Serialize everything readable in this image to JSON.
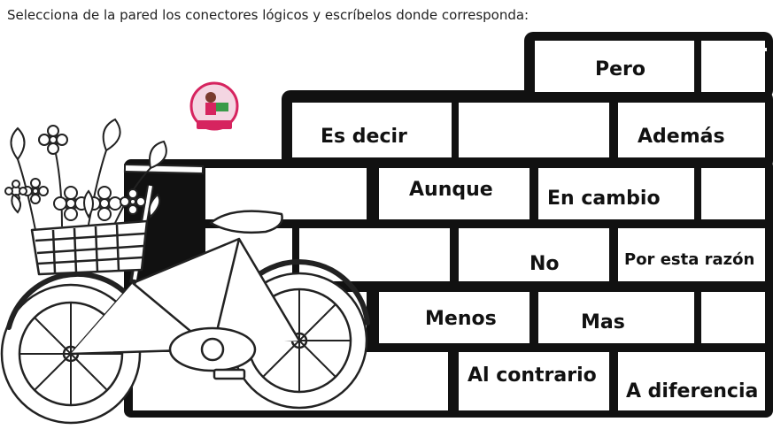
{
  "instruction": "Selecciona de la pared los conectores lógicos y escríbelos donde corresponda:",
  "logo": {
    "text": "",
    "icon": "teacher-badge-icon",
    "accent": "#d6245f"
  },
  "illustration": {
    "icon": "bicycle-with-flower-basket-icon"
  },
  "connectors": [
    "Pero",
    "Es decir",
    "Además",
    "Aunque",
    "En cambio",
    "No",
    "Por esta razón",
    "Menos",
    "Mas",
    "Al contrario",
    "A diferencia"
  ]
}
